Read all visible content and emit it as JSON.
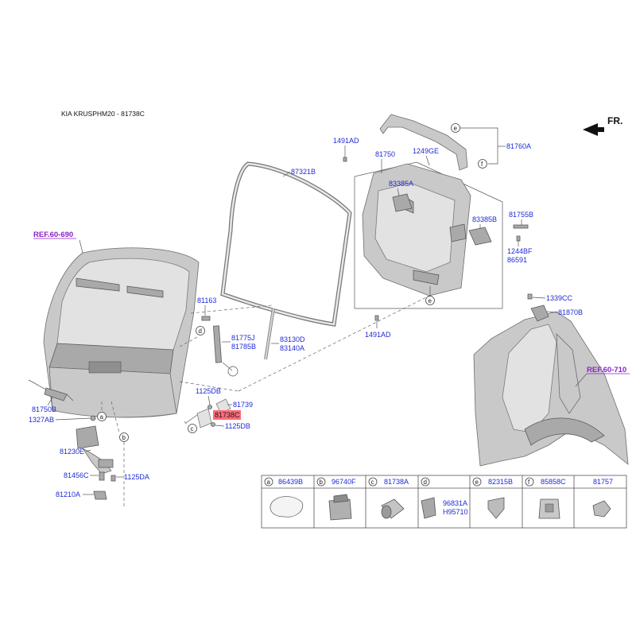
{
  "header": {
    "title": "KIA KRUSPHM20 - 81738C",
    "fr_label": "FR."
  },
  "refs": {
    "ref_left": "REF.60-690",
    "ref_right": "REF.60-710"
  },
  "parts": {
    "p81760A": "81760A",
    "p1491AD_top": "1491AD",
    "p81750": "81750",
    "p1249GE": "1249GE",
    "p87321B": "87321B",
    "p83385A": "83385A",
    "p83385B": "83385B",
    "p81755B": "81755B",
    "p1244BF": "1244BF",
    "p86591": "86591",
    "p81163": "81163",
    "p81775J": "81775J",
    "p81785B": "81785B",
    "p83130D": "83130D",
    "p83140A": "83140A",
    "p1491AD_mid": "1491AD",
    "p1339CC": "1339CC",
    "p81870B": "81870B",
    "p1125DB_a": "1125DB",
    "p81739": "81739",
    "p81738C": "81738C",
    "p1125DB_b": "1125DB",
    "p81750B": "81750B",
    "p1327AB": "1327AB",
    "p81230E": "81230E",
    "p81456C": "81456C",
    "p1125DA": "1125DA",
    "p81210A": "81210A"
  },
  "callouts": {
    "a1": "a",
    "b1": "b",
    "c1": "c",
    "d1": "d",
    "e1": "e",
    "e2": "e",
    "f1": "f"
  },
  "legend": [
    {
      "letter": "a",
      "part": "86439B"
    },
    {
      "letter": "b",
      "part": "96740F"
    },
    {
      "letter": "c",
      "part": "81738A"
    },
    {
      "letter": "d",
      "part": "96831A",
      "part2": "H95710"
    },
    {
      "letter": "e",
      "part": "82315B"
    },
    {
      "letter": "f",
      "part": "85858C"
    },
    {
      "letter": "",
      "part": "81757"
    }
  ],
  "colors": {
    "part_number": "#1f2bd6",
    "reference": "#8a22c9",
    "highlight": "#ff6b7a"
  }
}
